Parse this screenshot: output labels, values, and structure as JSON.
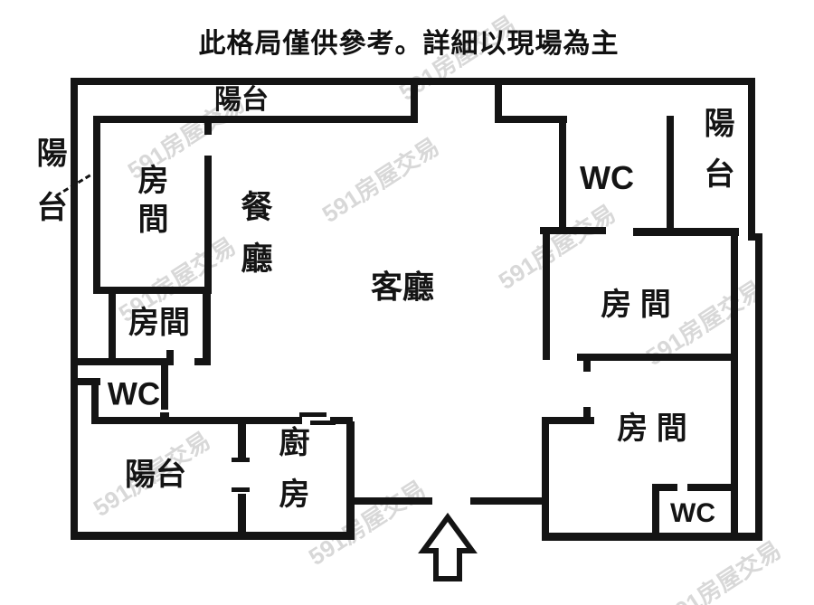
{
  "title": "此格局僅供參考。詳細以現場為主",
  "floorplan": {
    "rooms": {
      "balcony_top": "陽台",
      "balcony_left": "陽台",
      "balcony_right": "陽台",
      "balcony_bottom_left": "陽台",
      "bedroom_top_left": "房間",
      "bedroom_left_small": "房間",
      "bedroom_top_right": "房 間",
      "bedroom_bottom_right": "房 間",
      "dining_room": "餐廳",
      "living_room": "客廳",
      "kitchen": "廚房",
      "wc_left": "WC",
      "wc_top_right": "WC",
      "wc_bottom_right": "WC"
    }
  },
  "watermark": {
    "text": "591房屋交易"
  },
  "colors": {
    "wall": "#141414",
    "background": "#ffffff",
    "text": "#141414",
    "watermark": "#b9b9b9"
  }
}
